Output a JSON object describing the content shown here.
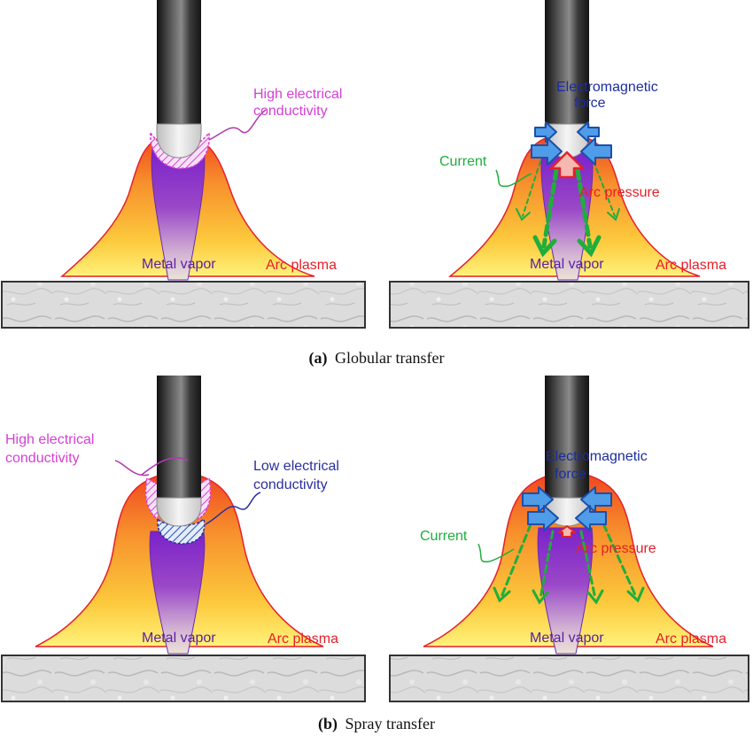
{
  "colors": {
    "arc_plasma_outer": "#f26b21",
    "arc_plasma_inner": "#ffd34a",
    "metal_vapor": "#8a2bd0",
    "electrode": "#2e2e2e",
    "high_conductivity": "#d63fd6",
    "low_conductivity": "#2a2f9e",
    "electromagnetic_force": "#2b7fd4",
    "current": "#1fae3c",
    "arc_pressure": "#e5202a",
    "workpiece": "#d9d9d9"
  },
  "panels": {
    "globular_left": {
      "high_conductivity": "High electrical\nconductivity",
      "metal_vapor": "Metal vapor",
      "arc_plasma": "Arc plasma"
    },
    "globular_right": {
      "electromagnetic_force": "Electromagnetic\nforce",
      "current": "Current",
      "arc_pressure": "Arc pressure",
      "metal_vapor": "Metal vapor",
      "arc_plasma": "Arc plasma"
    },
    "spray_left": {
      "high_conductivity": "High electrical\nconductivity",
      "low_conductivity": "Low electrical\nconductivity",
      "metal_vapor": "Metal vapor",
      "arc_plasma": "Arc plasma"
    },
    "spray_right": {
      "electromagnetic_force": "Electromagnetic\nforce",
      "current": "Current",
      "arc_pressure": "Arc pressure",
      "metal_vapor": "Metal vapor",
      "arc_plasma": "Arc plasma"
    }
  },
  "captions": {
    "a_label": "(a)",
    "a_text": "Globular transfer",
    "b_label": "(b)",
    "b_text": "Spray transfer"
  }
}
